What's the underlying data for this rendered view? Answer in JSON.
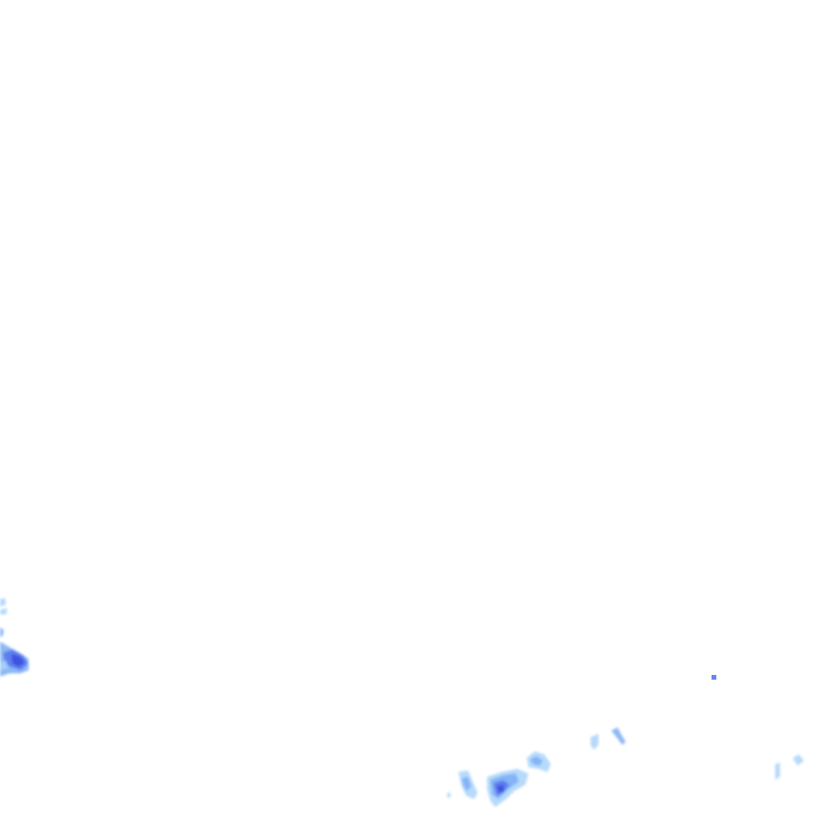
{
  "legend_colors": {
    "light": "#a9d4fb",
    "medium": "#7fb0f5",
    "strong": "#5a78ec",
    "heavy": "#3b4fe0"
  },
  "precip_cells": [
    {
      "id": "cell-left-edge",
      "intensity": "heavy"
    },
    {
      "id": "cell-bottom-center",
      "intensity": "heavy"
    },
    {
      "id": "cell-bottom-center-west",
      "intensity": "medium"
    },
    {
      "id": "cell-bottom-center-east",
      "intensity": "medium"
    },
    {
      "id": "cell-bottom-mid-right",
      "intensity": "light"
    },
    {
      "id": "cell-bottom-mid-right-2",
      "intensity": "light"
    },
    {
      "id": "cell-right-speck",
      "intensity": "strong"
    },
    {
      "id": "cell-bottom-right",
      "intensity": "light"
    }
  ]
}
